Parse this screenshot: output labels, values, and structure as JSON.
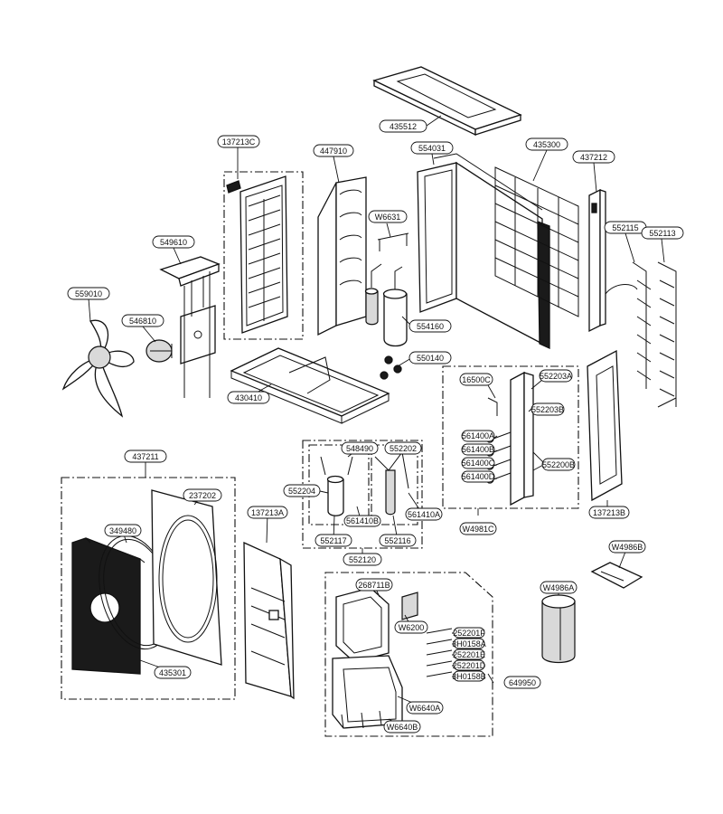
{
  "diagram": {
    "colors": {
      "line": "#111111",
      "background": "#ffffff",
      "fill_dark": "#1a1a1a",
      "fill_grey": "#d9d9d9"
    },
    "labels": {
      "p435512": "435512",
      "p137213C": "137213C",
      "p447910": "447910",
      "p554031": "554031",
      "p435300": "435300",
      "p437212": "437212",
      "p552115": "552115",
      "p552113": "552113",
      "p549610": "549610",
      "pW6631": "W6631",
      "p559010": "559010",
      "p546810": "546810",
      "p554160": "554160",
      "p550140": "550140",
      "p430410": "430410",
      "p16500C": "16500C",
      "p552203A": "552203A",
      "p552203B": "552203B",
      "p561400A": "561400A",
      "p561400B": "561400B",
      "p561400C": "561400C",
      "p561400D": "561400D",
      "p552200B": "552200B",
      "pW4981C": "W4981C",
      "p137213B": "137213B",
      "p437211": "437211",
      "p548490": "548490",
      "p552202": "552202",
      "p552204": "552204",
      "p561410B": "561410B",
      "p561410A": "561410A",
      "p552117": "552117",
      "p552116": "552116",
      "p552120": "552120",
      "p237202": "237202",
      "p137213A": "137213A",
      "p349480": "349480",
      "p435301": "435301",
      "pW4986B": "W4986B",
      "p268711B": "268711B",
      "pW4986A": "W4986A",
      "pW6200": "W6200",
      "p252201F": "252201F",
      "p3H0158A": "3H0158A",
      "p252201E": "252201E",
      "p252201D": "252201D",
      "p3H0158B": "3H0158B",
      "p649950": "649950",
      "pW6640A": "W6640A",
      "pW6640B": "W6640B"
    }
  }
}
